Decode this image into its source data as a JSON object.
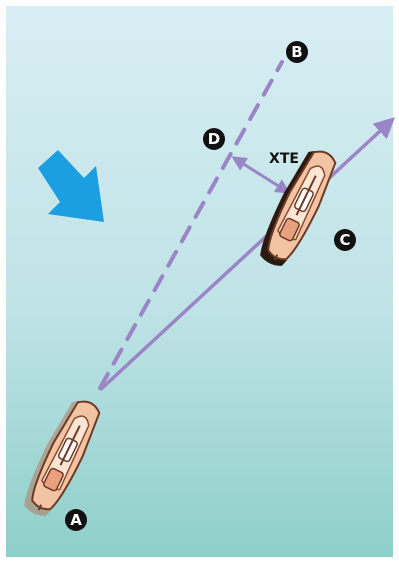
{
  "diagram": {
    "markers": {
      "a": "A",
      "b": "B",
      "c": "C",
      "d": "D"
    },
    "xte_label": "XTE"
  },
  "colors": {
    "water_top": "#d8eef4",
    "water_bottom": "#8ecfca",
    "track": "#9a85c6",
    "current_arrow": "#1b9fe0",
    "marker_fill": "#111111",
    "hull": "#f2c4a4",
    "hull_outline": "#6d3a24",
    "hull_shadow": "#2a1a12"
  }
}
